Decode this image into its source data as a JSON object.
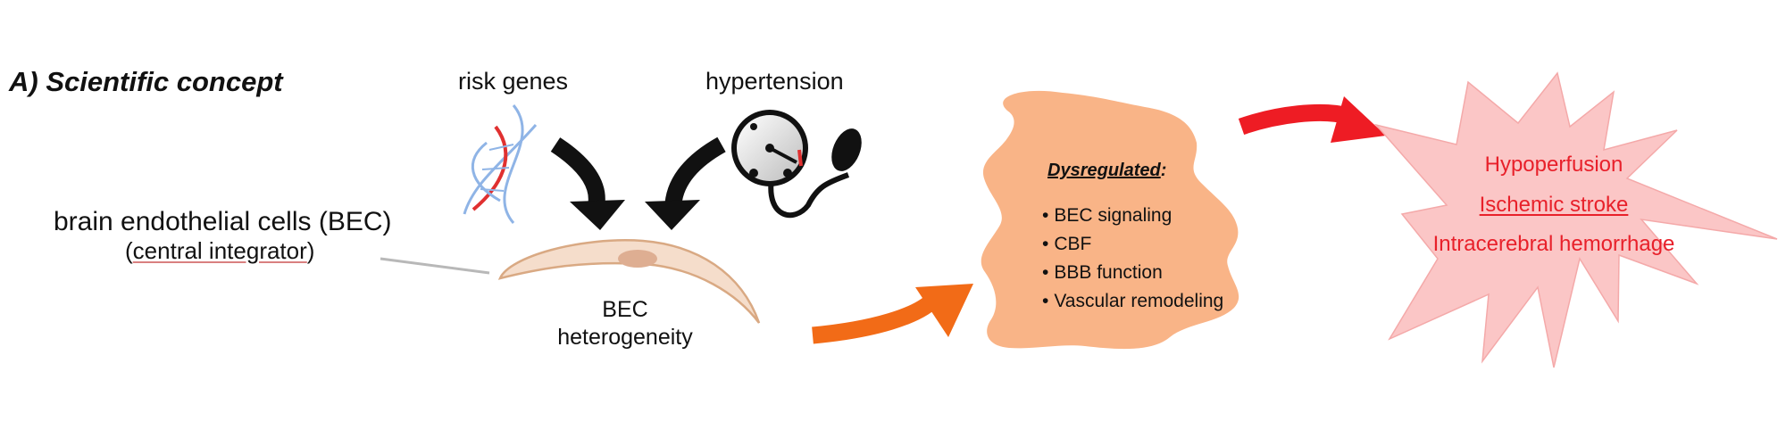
{
  "panel_title": "A) Scientific concept",
  "labels": {
    "risk_genes": "risk genes",
    "hypertension": "hypertension",
    "bec_title": "brain endothelial cells (BEC)",
    "bec_subtitle_open": "(",
    "bec_subtitle_text": "central integrator",
    "bec_subtitle_close": ")",
    "heterogeneity_line1": "BEC",
    "heterogeneity_line2": "heterogeneity"
  },
  "dysregulated": {
    "heading": "Dysregulated",
    "colon": ":",
    "items": [
      "BEC signaling",
      "CBF",
      "BBB function",
      "Vascular remodeling"
    ]
  },
  "outcomes": [
    "Hypoperfusion",
    "Ischemic stroke",
    "Intracerebral hemorrhage"
  ],
  "colors": {
    "blob": "#f9b487",
    "burst_fill": "#fbc6c6",
    "burst_stroke": "#f4a9a9",
    "outcome_text": "#e8202a",
    "orange_arrow": "#f26b17",
    "red_arrow": "#ee1c24",
    "black_arrow": "#111111",
    "cell_fill": "#f5ddcb",
    "cell_stroke": "#d9a983",
    "nucleus": "#deae92",
    "dna_blue": "#8fb4e6",
    "dna_red": "#e03030"
  },
  "icons": [
    "dna-icon",
    "blood-pressure-gauge-icon",
    "endothelial-cell-icon"
  ]
}
